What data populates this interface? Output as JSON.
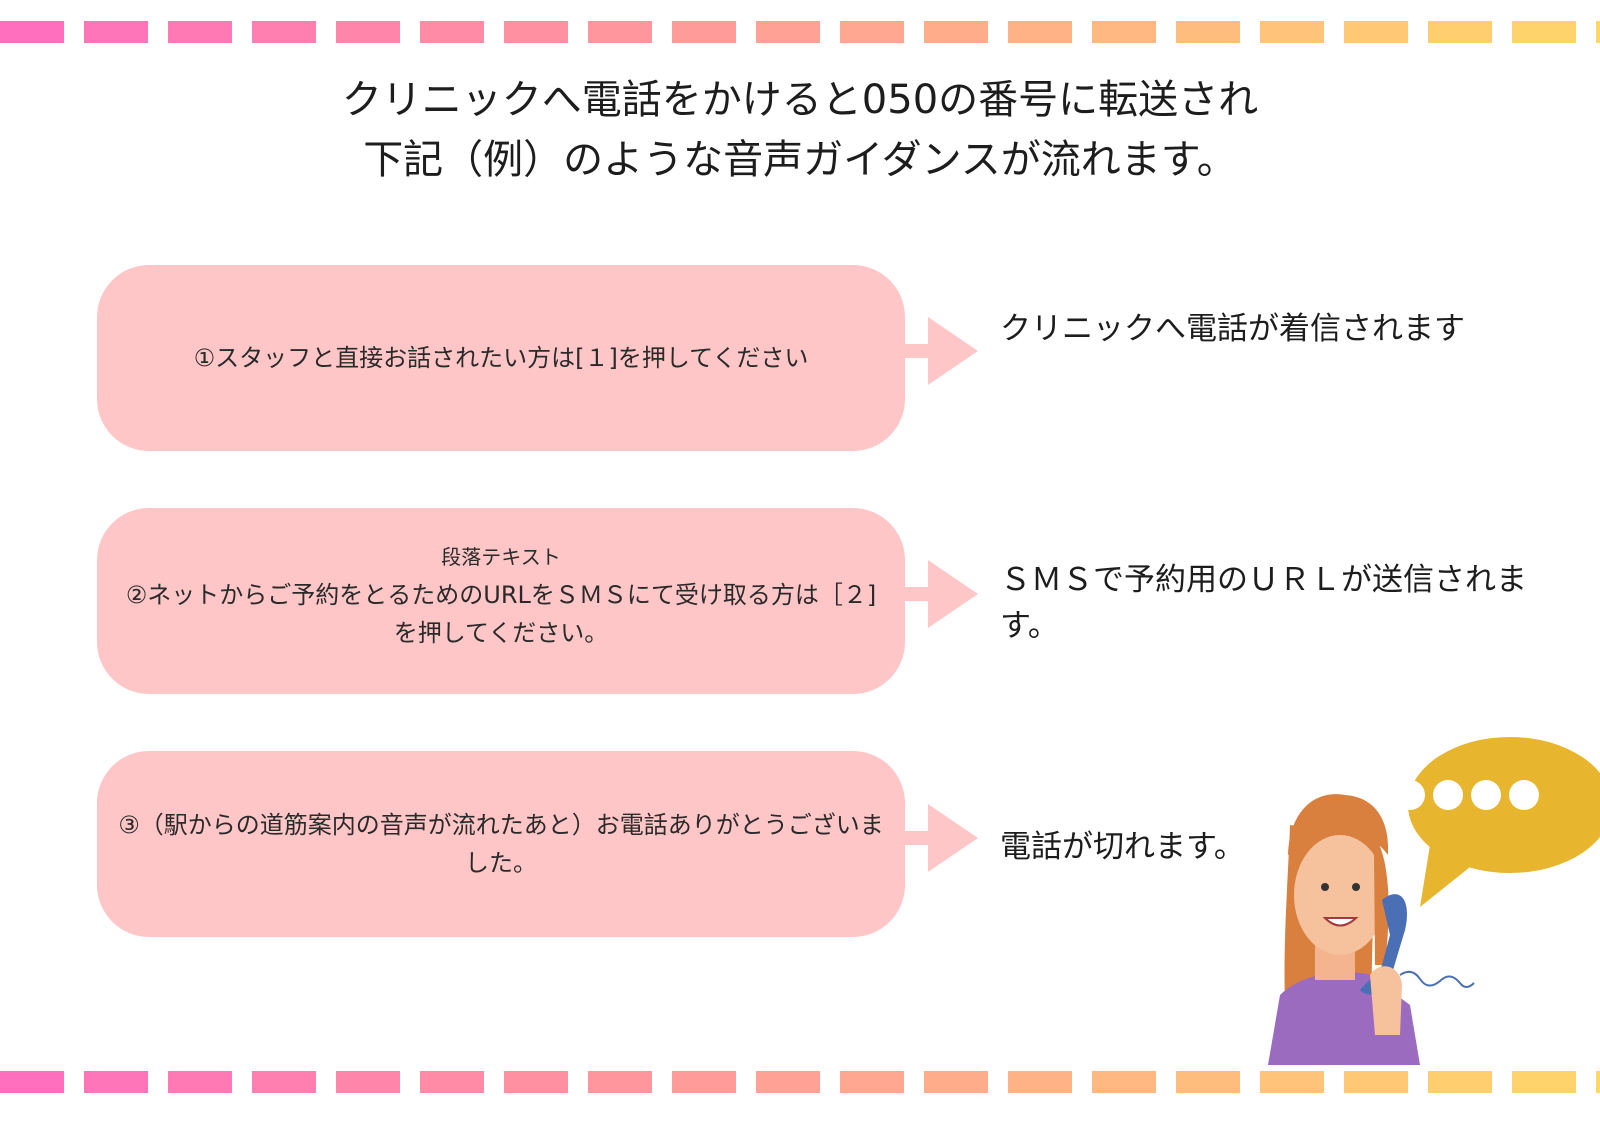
{
  "title": {
    "line1": "クリニックへ電話をかけると050の番号に転送され",
    "line2": "下記（例）のような音声ガイダンスが流れます。"
  },
  "steps": [
    {
      "label": "",
      "text": "①スタッフと直接お話されたい方は[１]を押してください",
      "result": "クリニックへ電話が着信されます"
    },
    {
      "label": "段落テキスト",
      "text": "②ネットからご予約をとるためのURLをＳＭＳにて受け取る方は［２]を押してください。",
      "result": "ＳＭＳで予約用のＵＲＬが送信されます。"
    },
    {
      "label": "",
      "text": "③（駅からの道筋案内の音声が流れたあと）お電話ありがとうございました。",
      "result": "電話が切れます。"
    }
  ],
  "colors": {
    "box_fill": "#ffc6c7",
    "arrow_fill": "#ffc6c7",
    "dash_start": "#ff6fbe",
    "dash_end": "#ffd966",
    "bubble": "#e8b52e",
    "hair": "#d9803f",
    "shirt": "#9b6bbf",
    "phone": "#4a6fb5"
  },
  "icons": {
    "arrow": "right-arrow-icon",
    "illustration": "woman-on-phone-icon",
    "bubble": "speech-bubble-icon"
  }
}
